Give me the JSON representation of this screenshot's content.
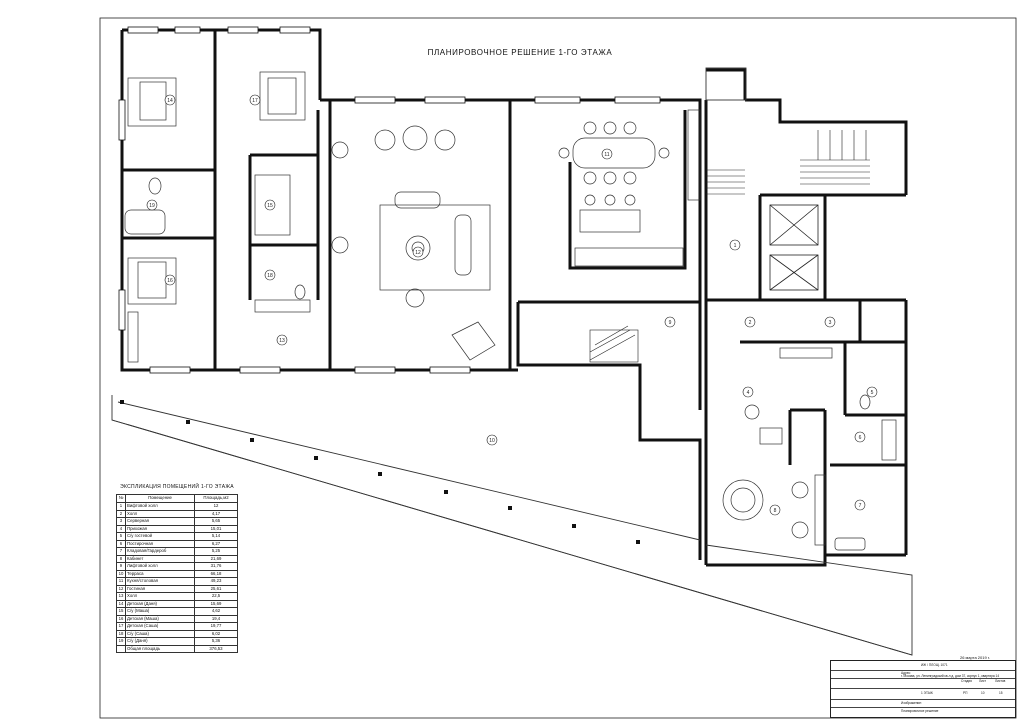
{
  "plan": {
    "title": "ПЛАНИРОВОЧНОЕ РЕШЕНИЕ 1-ГО ЭТАЖА",
    "date": "26 марта 2019 г.",
    "room_markers": [
      "1",
      "2",
      "3",
      "4",
      "5",
      "6",
      "7",
      "8",
      "9",
      "10",
      "11",
      "12",
      "13",
      "14",
      "15",
      "16",
      "17",
      "18",
      "19"
    ]
  },
  "explication": {
    "caption": "ЭКСПЛИКАЦИЯ ПОМЕЩЕНИЙ 1-ГО ЭТАЖА",
    "headers": [
      "№",
      "Помещение",
      "Площадь,м2"
    ],
    "rows": [
      [
        "1",
        "Вифтовой холл",
        "12"
      ],
      [
        "2",
        "Холл",
        "4,17"
      ],
      [
        "3",
        "Серверная",
        "5,65"
      ],
      [
        "4",
        "Прихожая",
        "15,01"
      ],
      [
        "5",
        "С/у гостевой",
        "5,14"
      ],
      [
        "6",
        "Постирочная",
        "6,27"
      ],
      [
        "7",
        "Кладовая/Гардероб",
        "5,25"
      ],
      [
        "8",
        "Кабинет",
        "21,69"
      ],
      [
        "9",
        "Лифтовой холл",
        "31,76"
      ],
      [
        "10",
        "Терраса",
        "66,18"
      ],
      [
        "11",
        "Кухня/столовая",
        "49,23"
      ],
      [
        "12",
        "Гостиная",
        "25,61"
      ],
      [
        "13",
        "Холл",
        "22,5"
      ],
      [
        "14",
        "Детская (Даня)",
        "15,69"
      ],
      [
        "15",
        "С/у (Маша)",
        "4,62"
      ],
      [
        "16",
        "Детская (Маша)",
        "19,4"
      ],
      [
        "17",
        "Детская (Саша)",
        "19,77"
      ],
      [
        "18",
        "С/у (Саша)",
        "6,02"
      ],
      [
        "19",
        "С/у (Даня)",
        "5,36"
      ],
      [
        "",
        "Общая площадь",
        "376,53"
      ]
    ]
  },
  "stamp": {
    "code": "ИЖ / ПЛОЩ. 1071",
    "address_label": "Адрес:",
    "address": "г. Москва, ул. Ленинградский кв-л д, дом 37, корпус 1, квартира 14",
    "sheet_title": "1 ЭТАЖ",
    "stage": "РП",
    "sheet_no": "10",
    "sheets": "15",
    "stage_label": "Стадия",
    "sheet_label": "Лист",
    "sheets_label": "Листов",
    "drawing_label": "Изображение:",
    "drawing_name": "Планировочное решение"
  }
}
